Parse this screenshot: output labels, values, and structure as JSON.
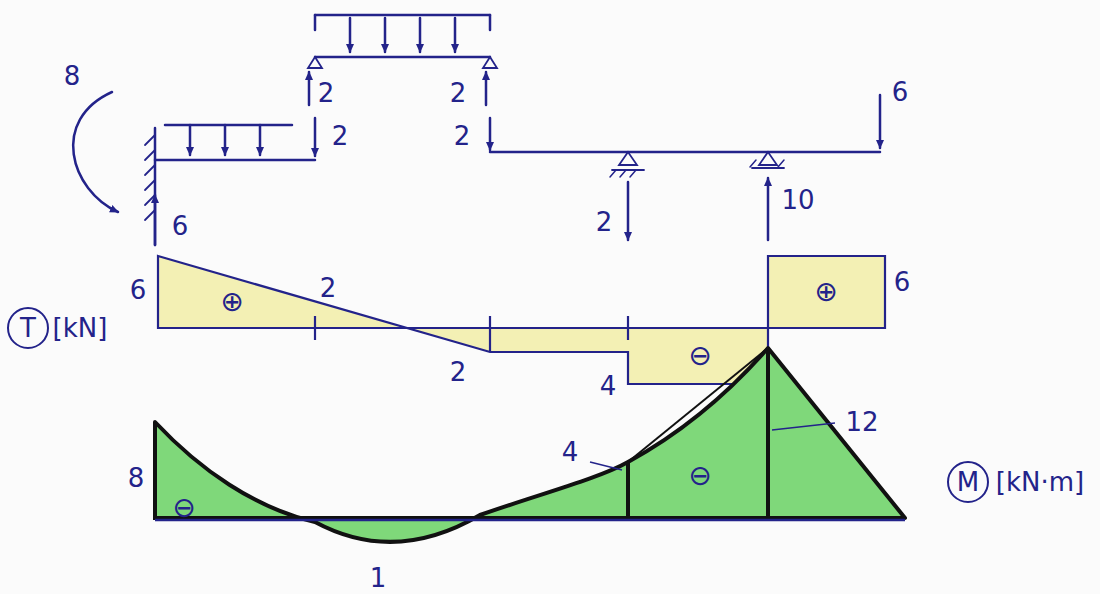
{
  "diagram": {
    "nodes": [
      {
        "text": [
          "T"
        ]
      },
      {
        "text": [
          "M"
        ]
      }
    ],
    "labels": [
      "8",
      "6",
      "2",
      "2",
      "2",
      "2",
      "6",
      "2",
      "10",
      "6",
      "2",
      "2",
      "4",
      "6",
      "⊕",
      "⊖",
      "⊕",
      "[kN]",
      "8",
      "1",
      "4",
      "12",
      "⊖",
      "⊖",
      "[kN·m]"
    ]
  }
}
